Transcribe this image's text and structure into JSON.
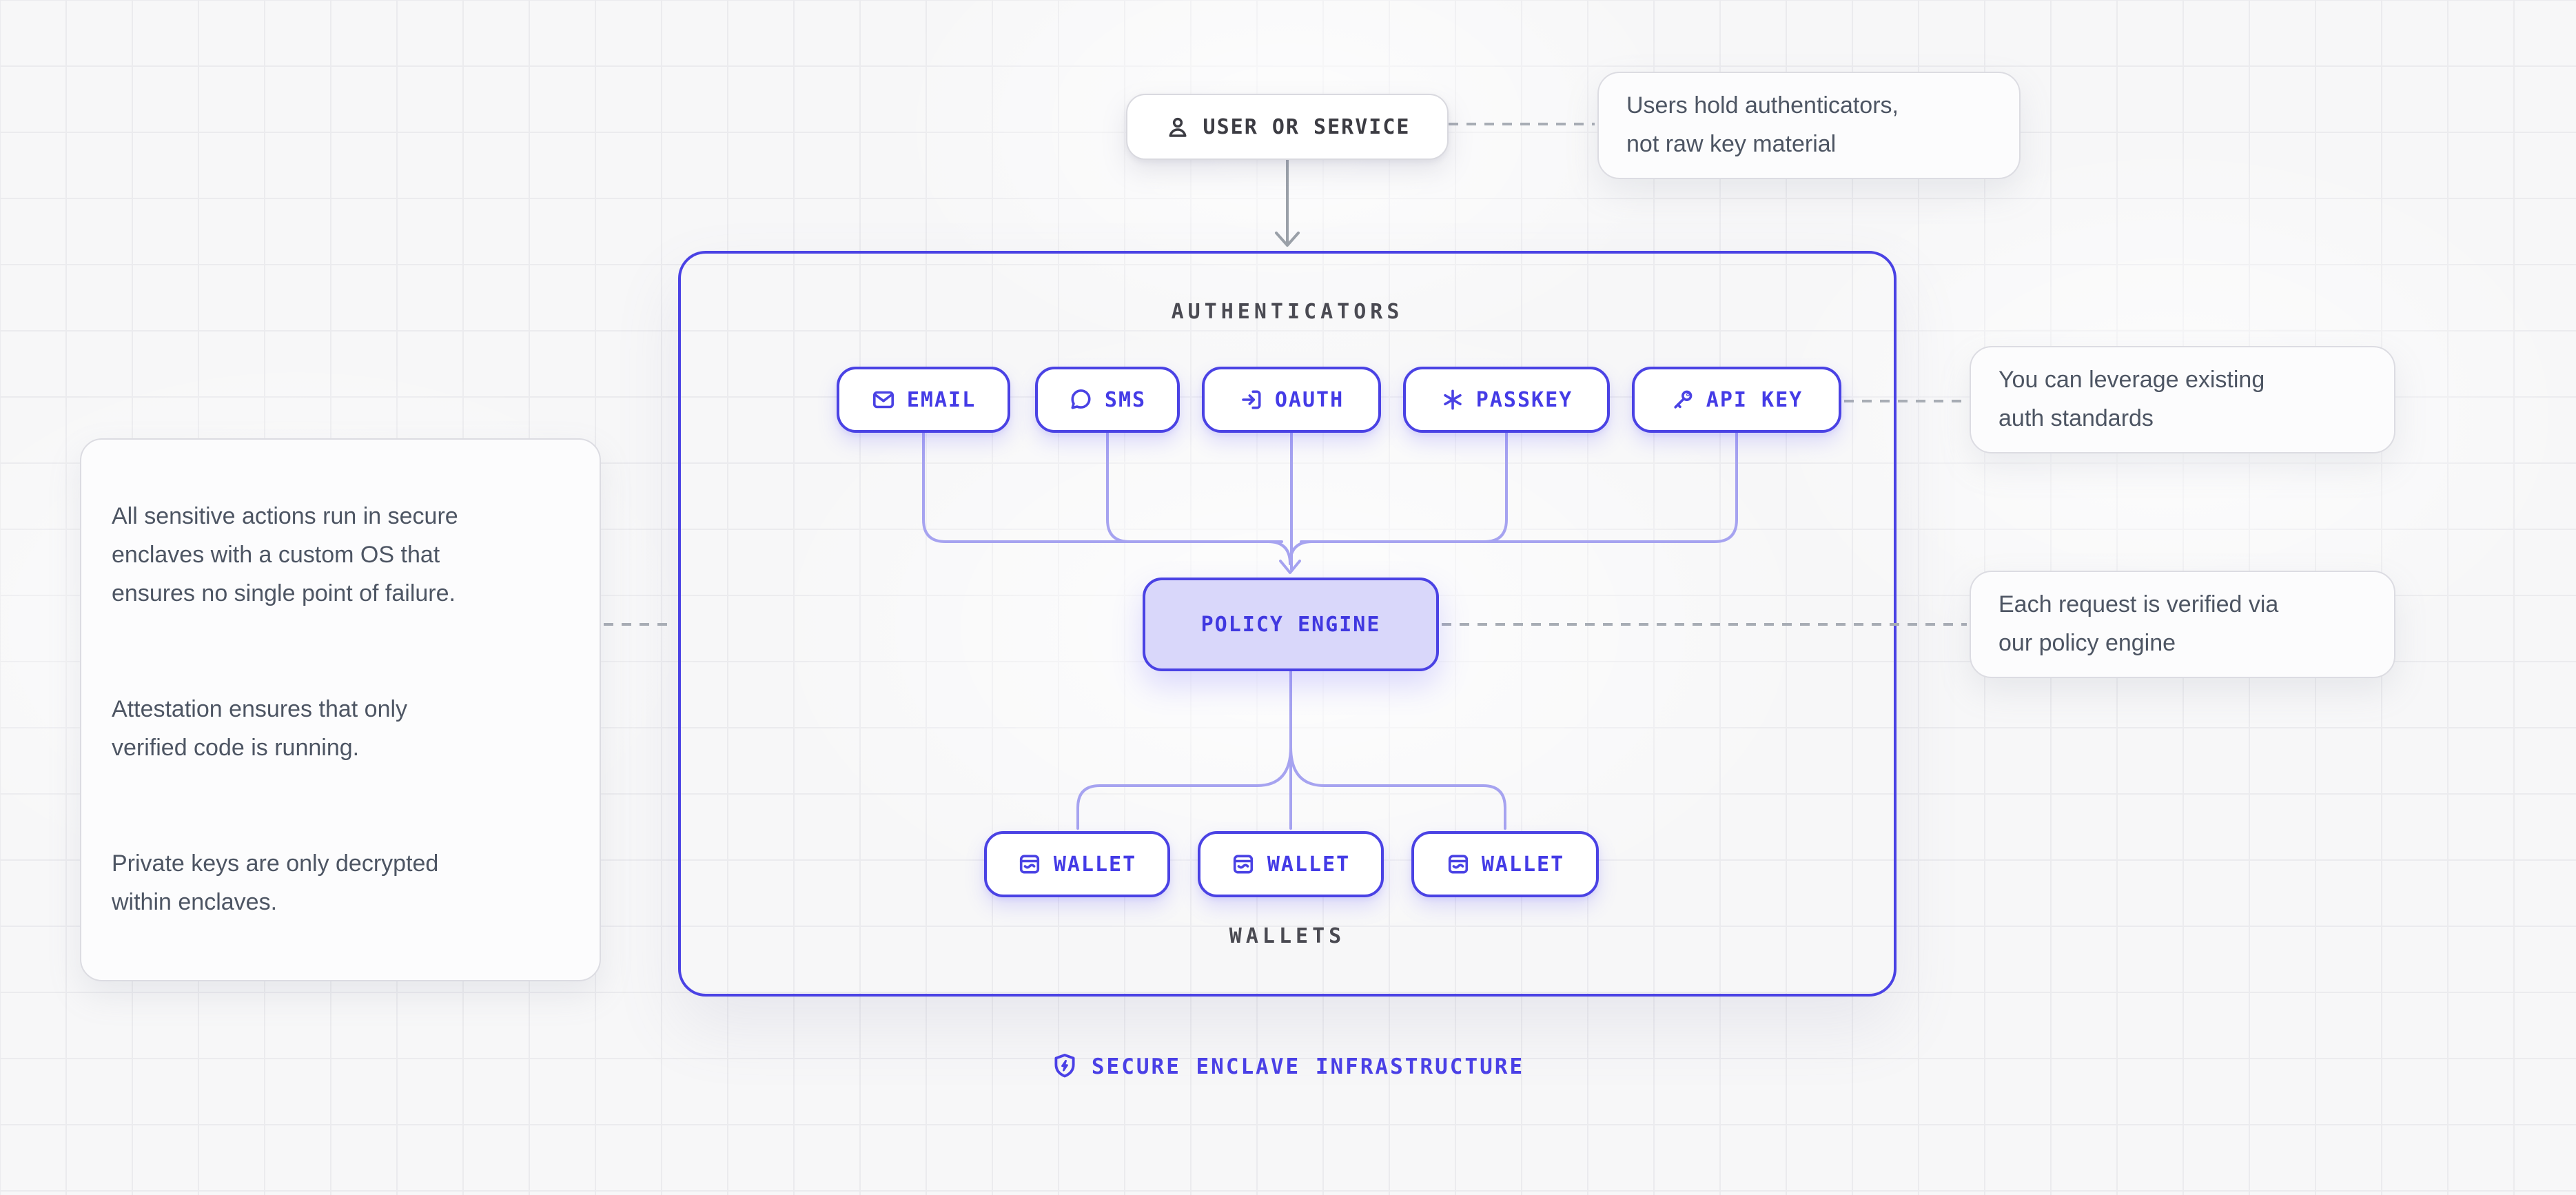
{
  "colors": {
    "accent_blue": "#4a42e4",
    "pill_text_blue": "#443be6",
    "policy_fill": "#d9d7fa",
    "connector_purple": "#a6a3f0",
    "dash_gray": "#a8adb5",
    "arrow_gray": "#9aa0a8",
    "label_gray": "#4a4a52",
    "note_text_gray": "#4d5563",
    "background": "#f7f7f8"
  },
  "user_pill": {
    "label": "USER OR SERVICE"
  },
  "callout_user": {
    "text": "Users hold authenticators,\nnot raw key material"
  },
  "container": {
    "title": "AUTHENTICATORS"
  },
  "auth_methods": [
    {
      "icon": "envelope-icon",
      "label": "EMAIL"
    },
    {
      "icon": "chat-bubble-icon",
      "label": "SMS"
    },
    {
      "icon": "log-in-icon",
      "label": "OAUTH"
    },
    {
      "icon": "asterisk-icon",
      "label": "PASSKEY"
    },
    {
      "icon": "key-icon",
      "label": "API KEY"
    }
  ],
  "callout_auth": {
    "text": "You can leverage existing\nauth standards"
  },
  "policy_engine": {
    "label": "POLICY ENGINE"
  },
  "callout_policy": {
    "text": "Each request is verified via\nour policy engine"
  },
  "callout_enclave": {
    "p1": "All sensitive actions run in secure\nenclaves with a custom OS that\nensures no single point of failure.",
    "p2": "Attestation ensures that only\nverified code is running.",
    "p3": "Private keys are only decrypted\nwithin enclaves."
  },
  "wallets": {
    "items": [
      {
        "icon": "wallet-icon",
        "label": "WALLET"
      },
      {
        "icon": "wallet-icon",
        "label": "WALLET"
      },
      {
        "icon": "wallet-icon",
        "label": "WALLET"
      }
    ],
    "group_label": "WALLETS"
  },
  "footer": {
    "label": "SECURE ENCLAVE INFRASTRUCTURE"
  }
}
